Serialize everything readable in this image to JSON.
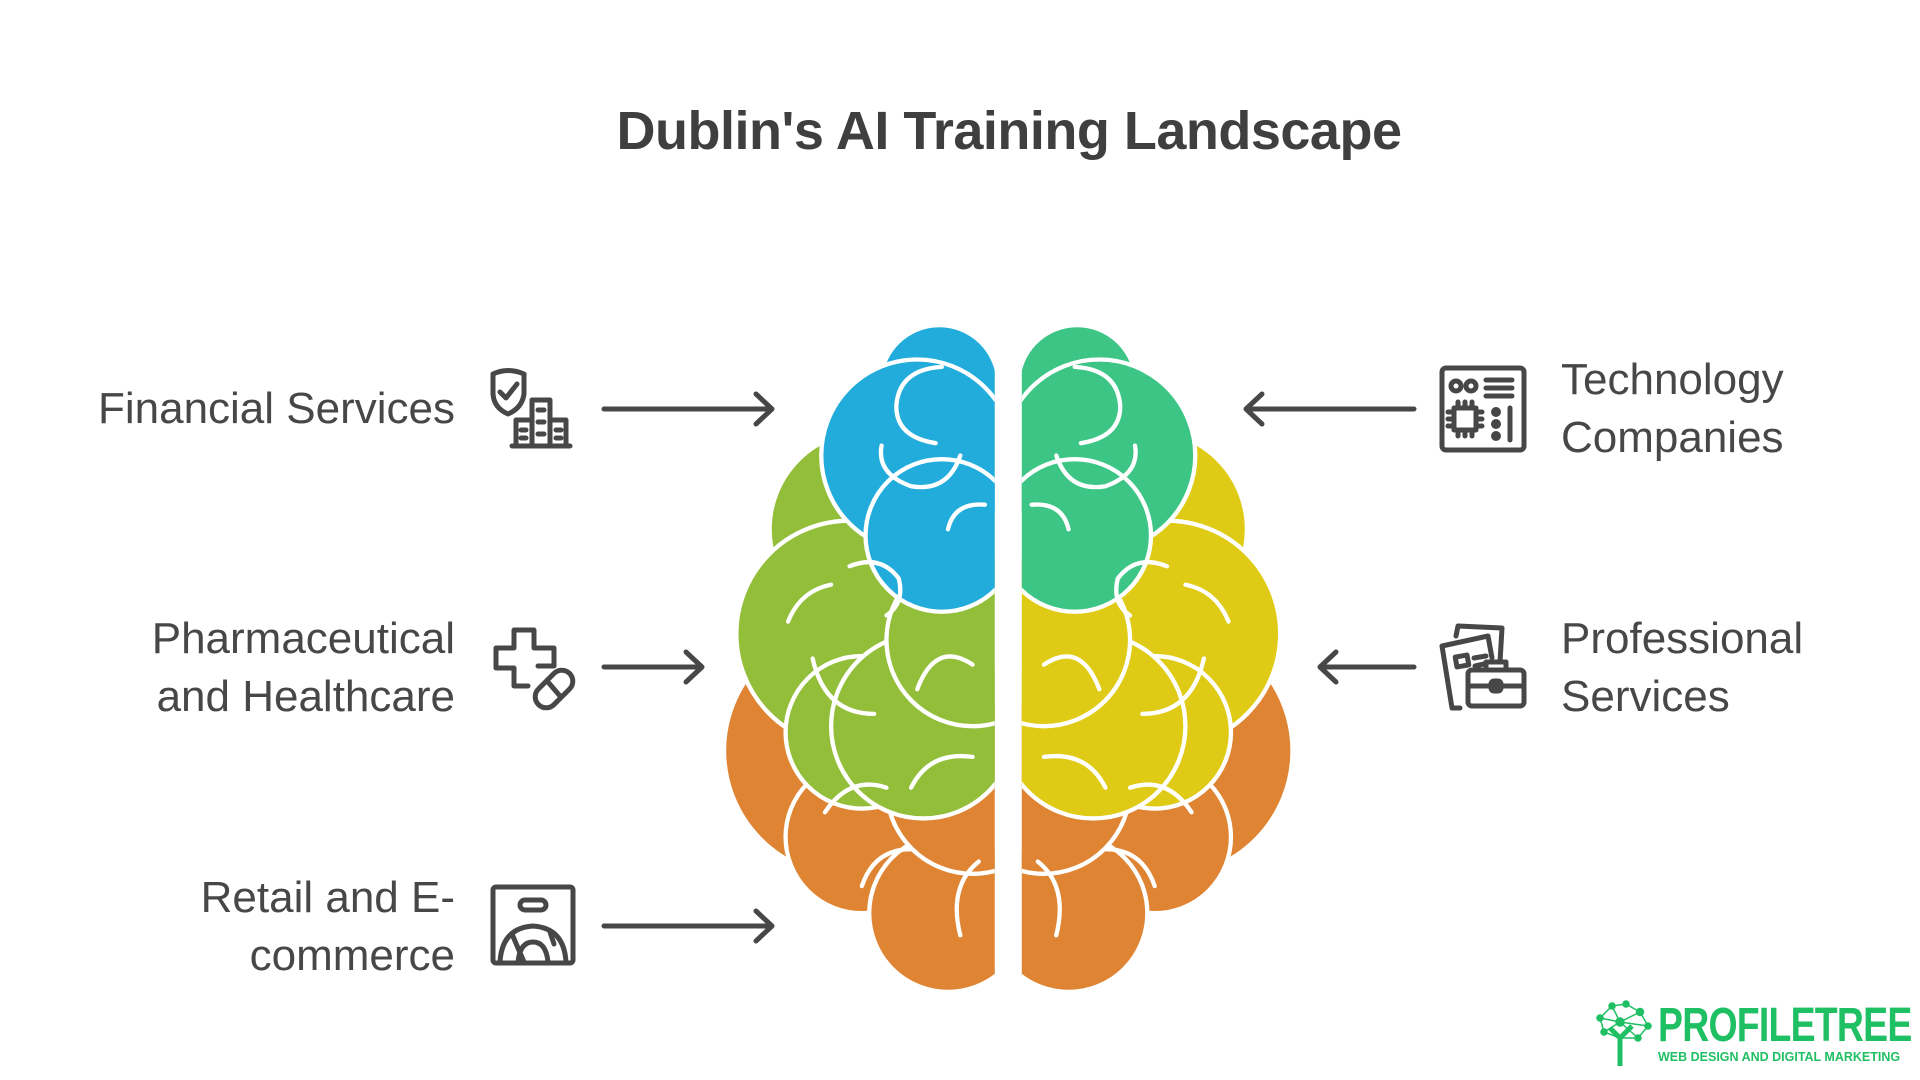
{
  "title": "Dublin's AI Training Landscape",
  "sectors_left": [
    {
      "lines": [
        "Financial Services"
      ],
      "icon": "shield-check-buildings-icon"
    },
    {
      "lines": [
        "Pharmaceutical",
        "and Healthcare"
      ],
      "icon": "medical-cross-pill-icon"
    },
    {
      "lines": [
        "Retail and E-",
        "commerce"
      ],
      "icon": "shopping-bag-icon"
    }
  ],
  "sectors_right": [
    {
      "lines": [
        "Technology",
        "Companies"
      ],
      "icon": "circuit-board-icon"
    },
    {
      "lines": [
        "Professional",
        "Services"
      ],
      "icon": "documents-briefcase-icon"
    }
  ],
  "colors": {
    "text": "#454545",
    "left_top": "#22ACDB",
    "left_middle": "#93BE3A",
    "left_bottom": "#DF8432",
    "right_top": "#3DC585",
    "right_middle": "#DFCB16",
    "right_bottom": "#DF8432",
    "logo": "#1FBF63"
  },
  "logo": {
    "name": "PROFILETREE",
    "tagline": "WEB DESIGN AND DIGITAL MARKETING"
  }
}
